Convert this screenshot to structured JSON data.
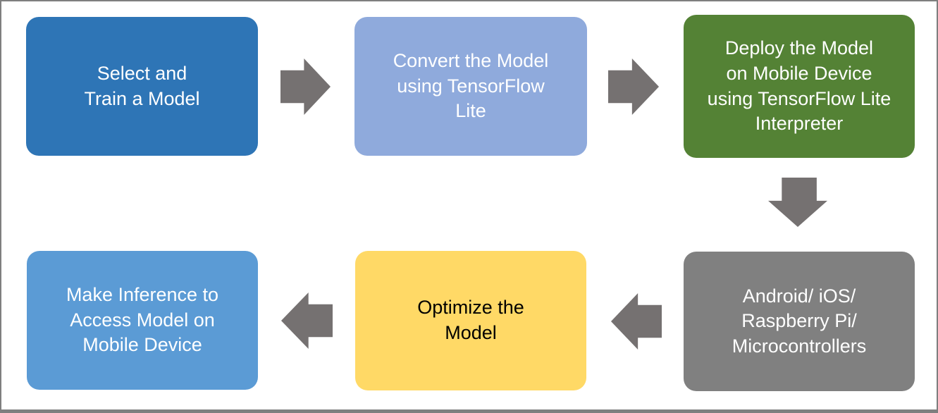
{
  "diagram": {
    "type": "flowchart",
    "arrow_color": "#757171",
    "frame_color": "#7F7F7F",
    "background": "#FFFFFF",
    "boxes": [
      {
        "id": "select-train-model",
        "text": "Select and\nTrain a Model",
        "bg": "#2E75B6",
        "text_color": "#FFFFFF"
      },
      {
        "id": "convert-model",
        "text": "Convert the Model\nusing TensorFlow\nLite",
        "bg": "#8FAADC",
        "text_color": "#FFFFFF"
      },
      {
        "id": "deploy-model",
        "text": "Deploy the Model\non Mobile Device\nusing TensorFlow Lite\nInterpreter",
        "bg": "#548235",
        "text_color": "#FFFFFF"
      },
      {
        "id": "target-platforms",
        "text": "Android/ iOS/\nRaspberry Pi/\nMicrocontrollers",
        "bg": "#808080",
        "text_color": "#FFFFFF"
      },
      {
        "id": "optimize-model",
        "text": "Optimize the\nModel",
        "bg": "#FFD966",
        "text_color": "#000000"
      },
      {
        "id": "make-inference",
        "text": "Make Inference to\nAccess Model on\nMobile Device",
        "bg": "#5B9BD5",
        "text_color": "#FFFFFF"
      }
    ]
  }
}
